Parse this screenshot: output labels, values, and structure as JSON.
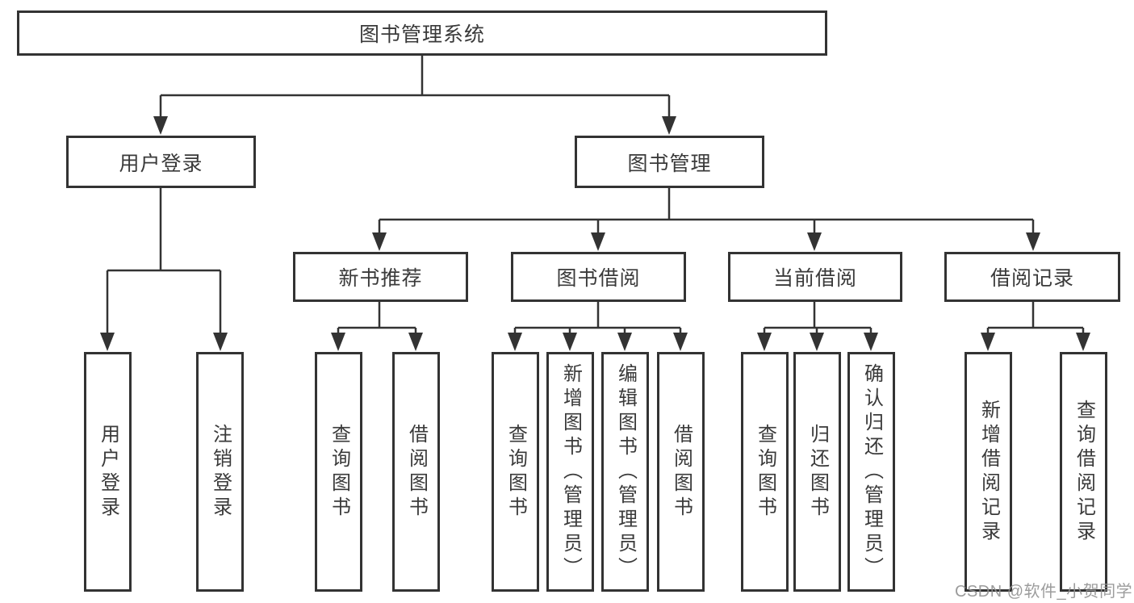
{
  "diagram": {
    "root": {
      "label": "图书管理系统"
    },
    "level2": [
      {
        "label": "用户登录"
      },
      {
        "label": "图书管理"
      }
    ],
    "level3": [
      {
        "label": "新书推荐"
      },
      {
        "label": "图书借阅"
      },
      {
        "label": "当前借阅"
      },
      {
        "label": "借阅记录"
      }
    ],
    "leaves": [
      {
        "label": "用户登录"
      },
      {
        "label": "注销登录"
      },
      {
        "label": "查询图书"
      },
      {
        "label": "借阅图书"
      },
      {
        "label": "查询图书"
      },
      {
        "label": "新增图书（管理员）"
      },
      {
        "label": "编辑图书（管理员）"
      },
      {
        "label": "借阅图书"
      },
      {
        "label": "查询图书"
      },
      {
        "label": "归还图书"
      },
      {
        "label": "确认归还（管理员）"
      },
      {
        "label": "新增借阅记录"
      },
      {
        "label": "查询借阅记录"
      }
    ]
  },
  "watermark": {
    "text": "CSDN @软件_小贺同学"
  },
  "colors": {
    "line": "#333333",
    "box_border": "#333333",
    "text": "#3a3a3a",
    "watermark": "#919191",
    "background": "#ffffff"
  }
}
